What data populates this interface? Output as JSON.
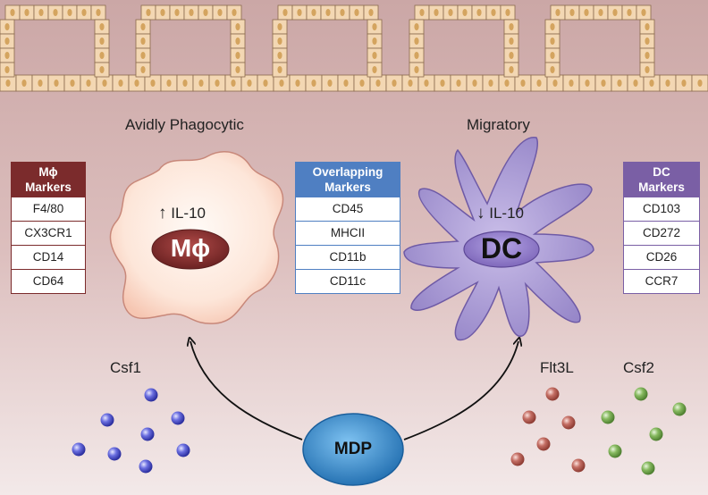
{
  "headings": {
    "left": "Avidly Phagocytic",
    "right": "Migratory"
  },
  "panels": {
    "macrophage": {
      "header": "Mϕ\nMarkers",
      "items": [
        "F4/80",
        "CX3CR1",
        "CD14",
        "CD64"
      ],
      "color": "#7b2b2c"
    },
    "overlapping": {
      "header": "Overlapping\nMarkers",
      "items": [
        "CD45",
        "MHCII",
        "CD11b",
        "CD11c"
      ],
      "color": "#4f7fc2"
    },
    "dc": {
      "header": "DC\nMarkers",
      "items": [
        "CD103",
        "CD272",
        "CD26",
        "CCR7"
      ],
      "color": "#7a5fa5"
    }
  },
  "cells": {
    "macrophage": {
      "label": "Mϕ",
      "il10_arrow": "↑",
      "il10_label": "IL-10"
    },
    "dc": {
      "label": "DC",
      "il10_arrow": "↓",
      "il10_label": "IL-10"
    },
    "mdp": {
      "label": "MDP"
    }
  },
  "factors": {
    "csf1": "Csf1",
    "flt3l": "Flt3L",
    "csf2": "Csf2"
  },
  "colors": {
    "epithelium": "#f3d7b3",
    "epithelium_border": "#8a6a4c",
    "nucleus": "#d4a45f",
    "macrophage_body": "#fde4d7",
    "macrophage_nucleus": "#8a2f2f",
    "dc_body": "#a898d0",
    "dc_nucleus": "#8a72c0",
    "mdp": "#3d8fd1",
    "csf1_bead": "#3a3ec7",
    "flt3l_bead": "#b9564b",
    "csf2_bead": "#6ea04a"
  }
}
